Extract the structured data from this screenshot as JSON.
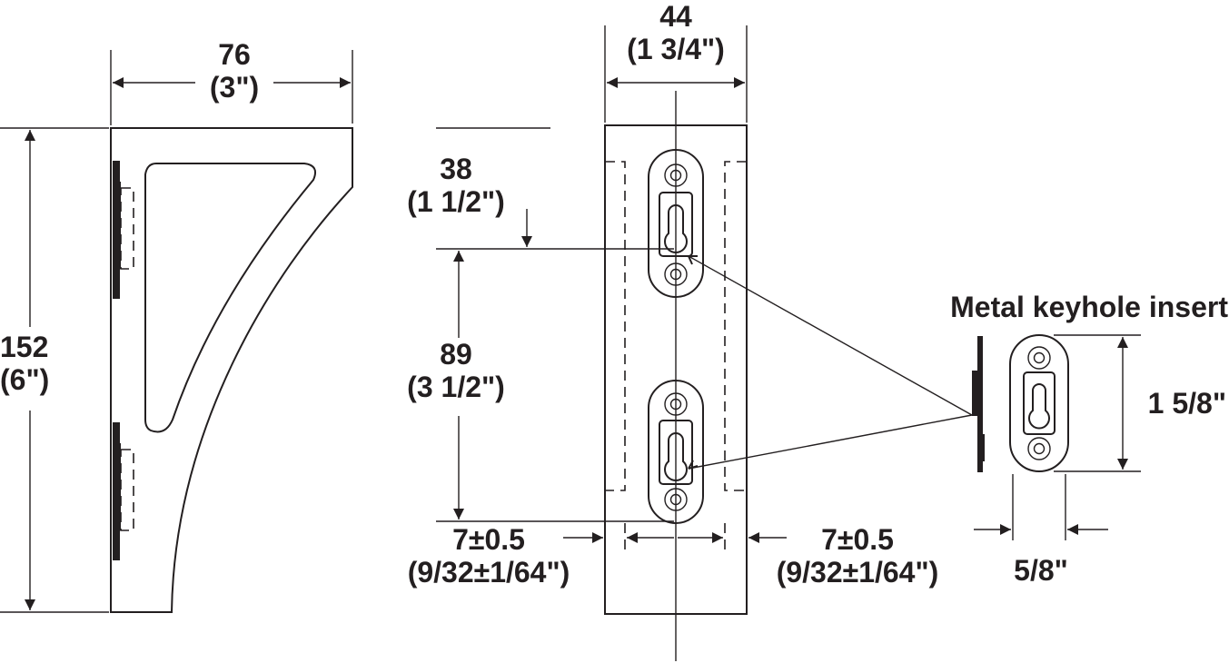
{
  "dimensions": {
    "width_top": {
      "mm": "76",
      "inch": "(3\")"
    },
    "height_left": {
      "mm": "152",
      "inch": "(6\")"
    },
    "width_front": {
      "mm": "44",
      "inch": "(1 3/4\")"
    },
    "top_offset": {
      "mm": "38",
      "inch": "(1 1/2\")"
    },
    "spacing": {
      "mm": "89",
      "inch": "(3 1/2\")"
    },
    "edge_left": {
      "mm": "7±0.5",
      "inch": "(9/32±1/64\")"
    },
    "edge_right": {
      "mm": "7±0.5",
      "inch": "(9/32±1/64\")"
    },
    "insert_height": "1 5/8\"",
    "insert_width": "5/8\""
  },
  "callout": {
    "insert_label": "Metal keyhole insert"
  },
  "colors": {
    "ink": "#231f20",
    "background": "#ffffff"
  }
}
